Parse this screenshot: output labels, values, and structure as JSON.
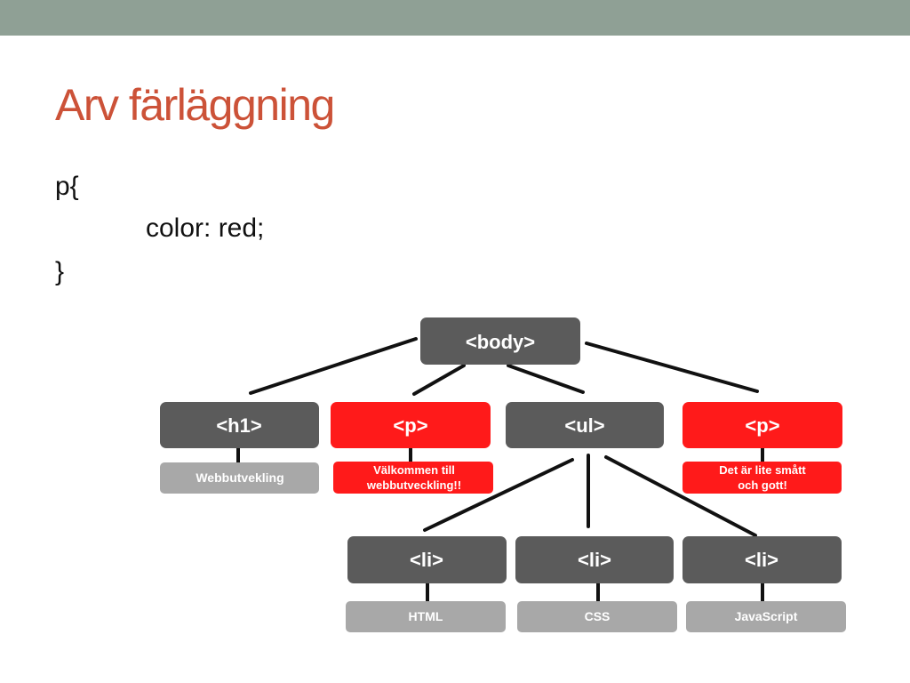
{
  "colors": {
    "top_bar": "#8fa095",
    "title": "#cc5238",
    "node_dark": "#5b5b5b",
    "node_red": "#ff1a1a",
    "leaf_gray": "#a8a8a8",
    "leaf_red": "#ff1a1a",
    "connector": "#111111"
  },
  "slide": {
    "title": "Arv färläggning",
    "code_lines": [
      "p{",
      "color: red;",
      "}"
    ]
  },
  "diagram": {
    "root": "<body>",
    "level1": [
      {
        "tag": "<h1>",
        "highlight": false,
        "text": "Webbutvekling"
      },
      {
        "tag": "<p>",
        "highlight": true,
        "text_lines": [
          "Välkommen till",
          "webbutveckling!!"
        ]
      },
      {
        "tag": "<ul>",
        "highlight": false
      },
      {
        "tag": "<p>",
        "highlight": true,
        "text_lines": [
          "Det är lite smått",
          "och gott!"
        ]
      }
    ],
    "list_items": [
      {
        "tag": "<li>",
        "text": "HTML"
      },
      {
        "tag": "<li>",
        "text": "CSS"
      },
      {
        "tag": "<li>",
        "text": "JavaScript"
      }
    ]
  }
}
